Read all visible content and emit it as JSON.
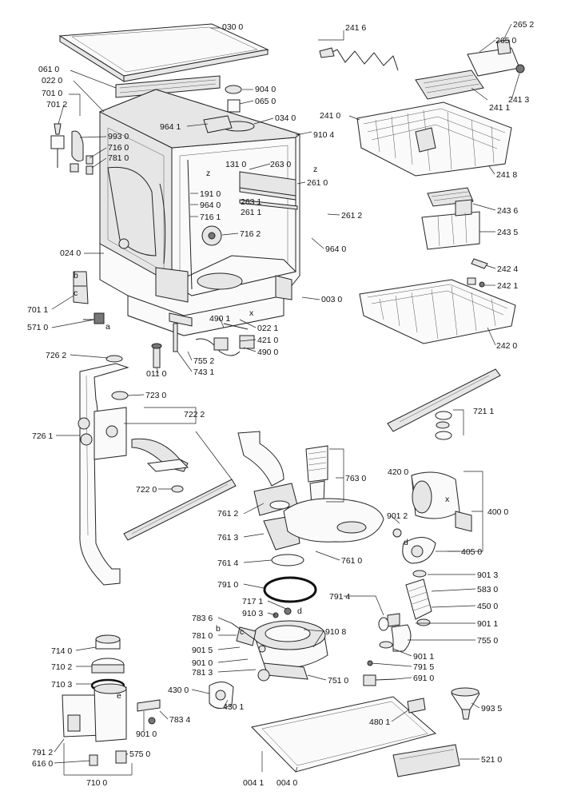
{
  "labels": {
    "l0300": "030 0",
    "l0610": "061 0",
    "l0220": "022 0",
    "l7010": "701 0",
    "l7012": "701 2",
    "l9040": "904 0",
    "l0650": "065 0",
    "l0340": "034 0",
    "l9641": "964 1",
    "l9104": "910 4",
    "l9930": "993 0",
    "l7160": "716 0",
    "l7810": "781 0",
    "l1310": "131 0",
    "l2630": "263 0",
    "l2610": "261 0",
    "l1910": "191 0",
    "l9640a": "964 0",
    "l7161": "716 1",
    "l2631": "263 1",
    "l2611": "261 1",
    "l2612": "261 2",
    "l7162": "716 2",
    "l9640b": "964 0",
    "l0240": "024 0",
    "l0030": "003 0",
    "l7011": "701 1",
    "l5710": "571 0",
    "l4901": "490 1",
    "l0221": "022 1",
    "l4211": "421 0",
    "l4900": "490 0",
    "l7552": "755 2",
    "l7431": "743 1",
    "l0110": "011 0",
    "l2416": "241 6",
    "l2652": "265 2",
    "l2650": "265 0",
    "l2411": "241 1",
    "l2413": "241 3",
    "l2410": "241 0",
    "l2418": "241 8",
    "l2436": "243 6",
    "l2435": "243 5",
    "l2424": "242 4",
    "l2421": "242 1",
    "l2420": "242 0",
    "l7262": "726 2",
    "l7230": "723 0",
    "l7222": "722 2",
    "l7261": "726 1",
    "l7220": "722 0",
    "l7211": "721 1",
    "l7630": "763 0",
    "l4200": "420 0",
    "l9012": "901 2",
    "l4000": "400 0",
    "l7612": "761 2",
    "l7613": "761 3",
    "l7614": "761 4",
    "l7610": "761 0",
    "l4050": "405 0",
    "l7910": "791 0",
    "l9013": "901 3",
    "l7914": "791 4",
    "l5830": "583 0",
    "l7171": "717 1",
    "l4500": "450 0",
    "l7836": "783 6",
    "l9103": "910 3",
    "l9011a": "901 1",
    "l7810b": "781 0",
    "l9108": "910 8",
    "l7140": "714 0",
    "l9015": "901 5",
    "l7550": "755 0",
    "l9011b": "901 1",
    "l7102": "710 2",
    "l9010": "901 0",
    "l7915": "791 5",
    "l7813": "781 3",
    "l6910": "691 0",
    "l7103": "710 3",
    "l7510": "751 0",
    "l4300": "430 0",
    "l4301": "430 1",
    "l7834": "783 4",
    "l9935": "993 5",
    "l9010b": "901 0",
    "l4801": "480 1",
    "l7912": "791 2",
    "l5750": "575 0",
    "l6160": "616 0",
    "l5210": "521 0",
    "l7100": "710 0",
    "l0041": "004 1",
    "l0040": "004 0"
  },
  "letters": {
    "a1": "a",
    "b1": "b",
    "c1": "c",
    "z1": "z",
    "z2": "z",
    "x1": "x",
    "b2": "b",
    "c2": "c",
    "d1": "d",
    "x2": "x",
    "d2": "d",
    "e1": "e"
  }
}
